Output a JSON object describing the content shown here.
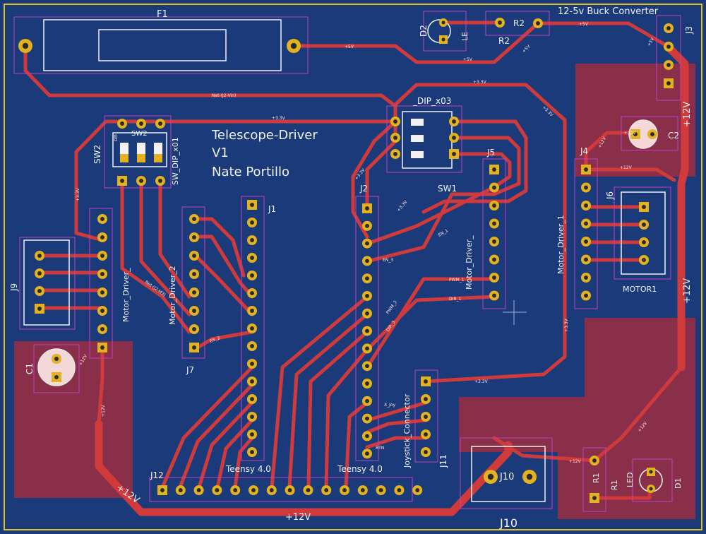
{
  "board": {
    "title_line1": "Telescope-Driver",
    "title_line2": "V1",
    "title_line3": "Nate Portillo",
    "buck_label": "12-5v Buck Converter",
    "motor1_label": "MOTOR1"
  },
  "refs": {
    "f1": "F1",
    "d2": "D2",
    "d2_le": "LE",
    "r2": "R2",
    "r2_bottom": "R2",
    "j3": "J3",
    "sw2": "SW2",
    "sw2_top": "SW2",
    "sw2_type": "SW_DIP_x01",
    "sw2_on": "on",
    "sw1_dip": "_DIP_x03",
    "sw1": "SW1",
    "j1": "J1",
    "j2": "J2",
    "j5": "J5",
    "j4": "J4",
    "j6": "J6",
    "c2": "C2",
    "j9": "J9",
    "c1": "C1",
    "j7": "J7",
    "j12": "J12",
    "j11": "J11",
    "j10": "J10",
    "j10_pad": "J10",
    "r1": "R1",
    "r1_v": "R1",
    "d1": "D1",
    "d1_led": "LED",
    "teensy_a": "Teensy 4.0",
    "teensy_b": "Teensy 4.0",
    "md1": "Motor_Driver_1",
    "md2": "Motor_Driver_2",
    "md3": "Motor_Driver_",
    "md_j5": "Motor_Driver_",
    "joystick": "Joystick_Connector"
  },
  "nets": {
    "v5_a": "+5V",
    "v5_b": "+5V",
    "v5_c": "+5V",
    "v5_d": "+5V",
    "v5_e": "+5V",
    "net_vin": "Net-(J2-Vin)",
    "v33_a": "+3.3V",
    "v33_b": "+3.3V",
    "v33_c": "+3.3V",
    "v33_d": "+3.3V",
    "v33_e": "+3.3V",
    "v33_f": "+3.3V",
    "v33_g": "+3.3V",
    "v33_h": "+3.3V",
    "v12_big_left": "+12V",
    "v12_big_bottom": "+12V",
    "v12_big_right_a": "+12V",
    "v12_big_right_b": "+12V",
    "v12_a": "+12V",
    "v12_b": "+12V",
    "v12_c": "+12V",
    "v12_d": "+12V",
    "v12_e": "+12V",
    "v12_f": "+12V",
    "v12_g": "+12V",
    "en1": "EN_1",
    "en2": "EN_2",
    "en3": "EN_3",
    "pwm1": "PWM_1",
    "pwm3": "PWM_3",
    "dir1": "DIR_1",
    "dir3": "DIR_3",
    "xjoy": "X_Joy",
    "btn": "BTN",
    "net_j2m3": "Net-(J2-M3)"
  },
  "colors": {
    "board": "#1b3a7a",
    "copper": "#d03a3a",
    "zone": "#8a2f4a",
    "pad": "#e3b21f",
    "silk": "#f2f2f2",
    "courtyard": "#c040c0"
  }
}
